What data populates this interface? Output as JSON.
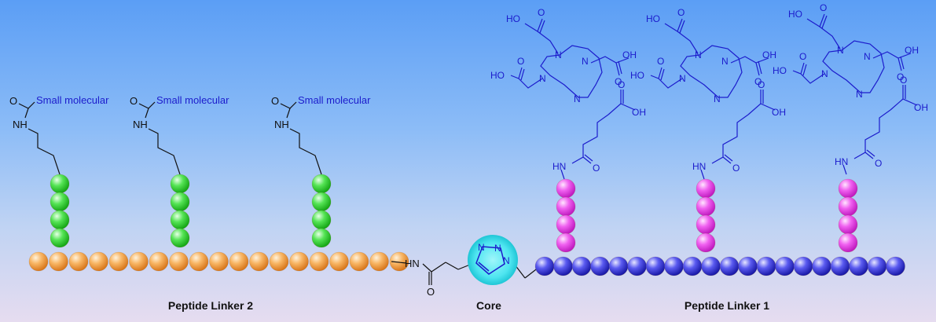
{
  "captions": {
    "linker2": "Peptide Linker 2",
    "core": "Core",
    "linker1": "Peptide Linker 1"
  },
  "labels": {
    "small_molecular": "Small molecular",
    "carbonyl_o": "O",
    "amide_nh": "NH",
    "hn": "HN",
    "ring_n": "N",
    "oh": "OH",
    "ho": "HO"
  },
  "colors": {
    "orange_bead": "#f5a040",
    "green_bead": "#3fd93f",
    "magenta_bead": "#ee44ee",
    "blue_bead": "#3a3ae0",
    "core_glow": "#44e4f0",
    "dota_blue": "#1c1ccc"
  },
  "beads": {
    "orange_backbone_count": 19,
    "blue_backbone_count": 20,
    "green_chains": 3,
    "green_per_chain": 4,
    "magenta_chains": 3,
    "magenta_per_chain": 4
  }
}
